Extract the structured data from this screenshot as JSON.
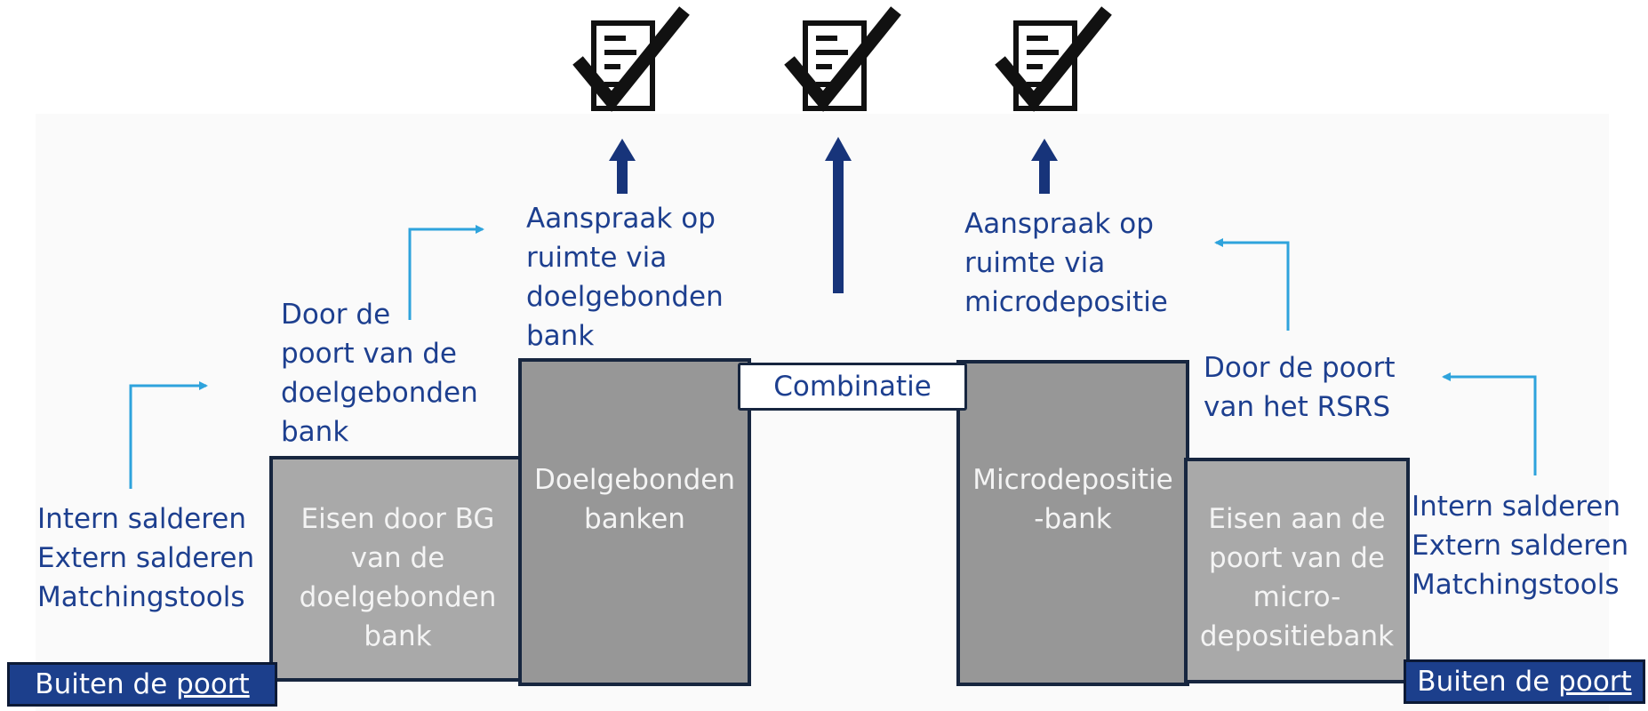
{
  "diagram": {
    "left_methods": [
      "Intern salderen",
      "Extern salderen",
      "Matchingstools"
    ],
    "right_methods": [
      "Intern salderen",
      "Extern salderen",
      "Matchingstools"
    ],
    "left_gate_text": [
      "Door de",
      "poort van de",
      "doelgebonden",
      "bank"
    ],
    "right_gate_text": [
      "Door de poort",
      "van het RSRS"
    ],
    "claim_left": [
      "Aanspraak op",
      "ruimte via",
      "doelgebonden",
      "bank"
    ],
    "claim_right": [
      "Aanspraak op",
      "ruimte via",
      "microdepositie"
    ],
    "box_requirements_left": [
      "Eisen door BG",
      "van de",
      "doelgebonden",
      "bank"
    ],
    "box_banks": [
      "Doelgebonden",
      "banken"
    ],
    "box_micro": [
      "Microdepositie",
      "-bank"
    ],
    "box_requirements_right": [
      "Eisen aan de",
      "poort van de",
      "micro-",
      "depositiebank"
    ],
    "combination": "Combinatie",
    "outside_left": {
      "text": "Buiten de ",
      "underlined": "poort"
    },
    "outside_right": {
      "text": "Buiten de ",
      "underlined": "poort"
    },
    "icons": [
      "checklist-icon",
      "checklist-icon",
      "checklist-icon"
    ],
    "colors": {
      "text": "#1d3f8f",
      "light_arrow": "#2ea3dc",
      "dark_arrow": "#17347a",
      "box_light": "#a9a9a9",
      "box_dark": "#979797",
      "box_border": "#17263f",
      "outside_fill": "#1c3f8c"
    }
  }
}
